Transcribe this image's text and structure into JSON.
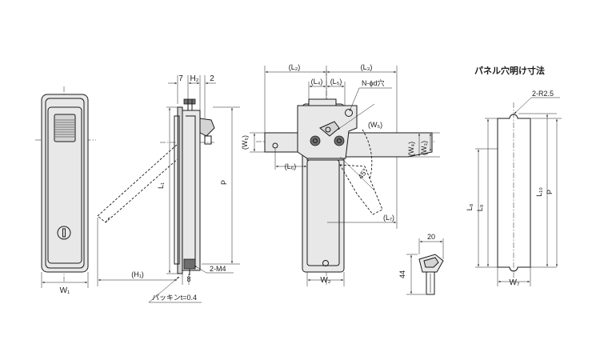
{
  "dimensions": {
    "d7": "7",
    "h2": "H₂",
    "d2": "2",
    "l2": "(L₂)",
    "l3": "(L₃)",
    "l4": "(L₄)",
    "l5": "(L₅)",
    "hole": "N-ϕd穴",
    "w5": "(W₅)",
    "w6": "(W₆)",
    "w4": "(W₄)",
    "w3": "(W₃)",
    "l6": "(L₆)",
    "angle": "45°",
    "l7": "(L₇)",
    "w2": "W₂",
    "w1": "W₁",
    "h1": "(H₁)",
    "d8": "8",
    "m4": "2-M4",
    "l1": "L₁",
    "p": "P",
    "packing": "パッキンt=0.4",
    "key_w": "20",
    "key_l": "44",
    "cutout_title": "パネル穴明け寸法",
    "r25": "2-R2.5",
    "l8": "L₈",
    "l9": "L₉",
    "l10": "L₁₀",
    "p2": "P",
    "w7": "W₇"
  }
}
